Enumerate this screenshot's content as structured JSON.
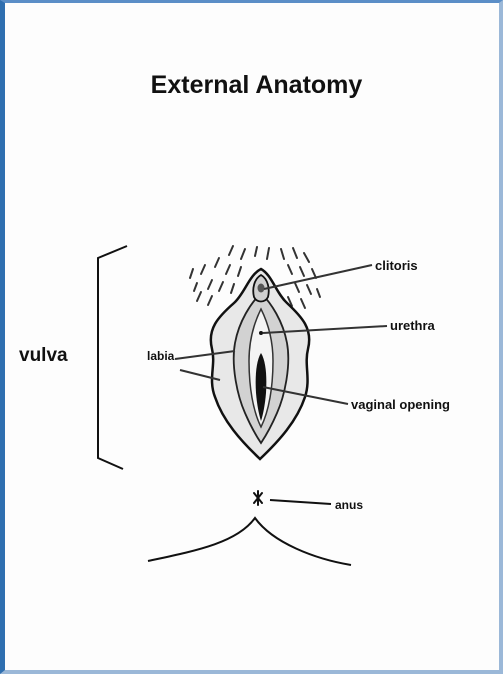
{
  "title": "External Anatomy",
  "labels": {
    "vulva": "vulva",
    "labia": "labia",
    "clitoris": "clitoris",
    "urethra": "urethra",
    "vaginal_opening": "vaginal opening",
    "anus": "anus"
  },
  "colors": {
    "frame_border": "#2f6fb0",
    "ink": "#111111",
    "shading": "#c9c9c9"
  }
}
